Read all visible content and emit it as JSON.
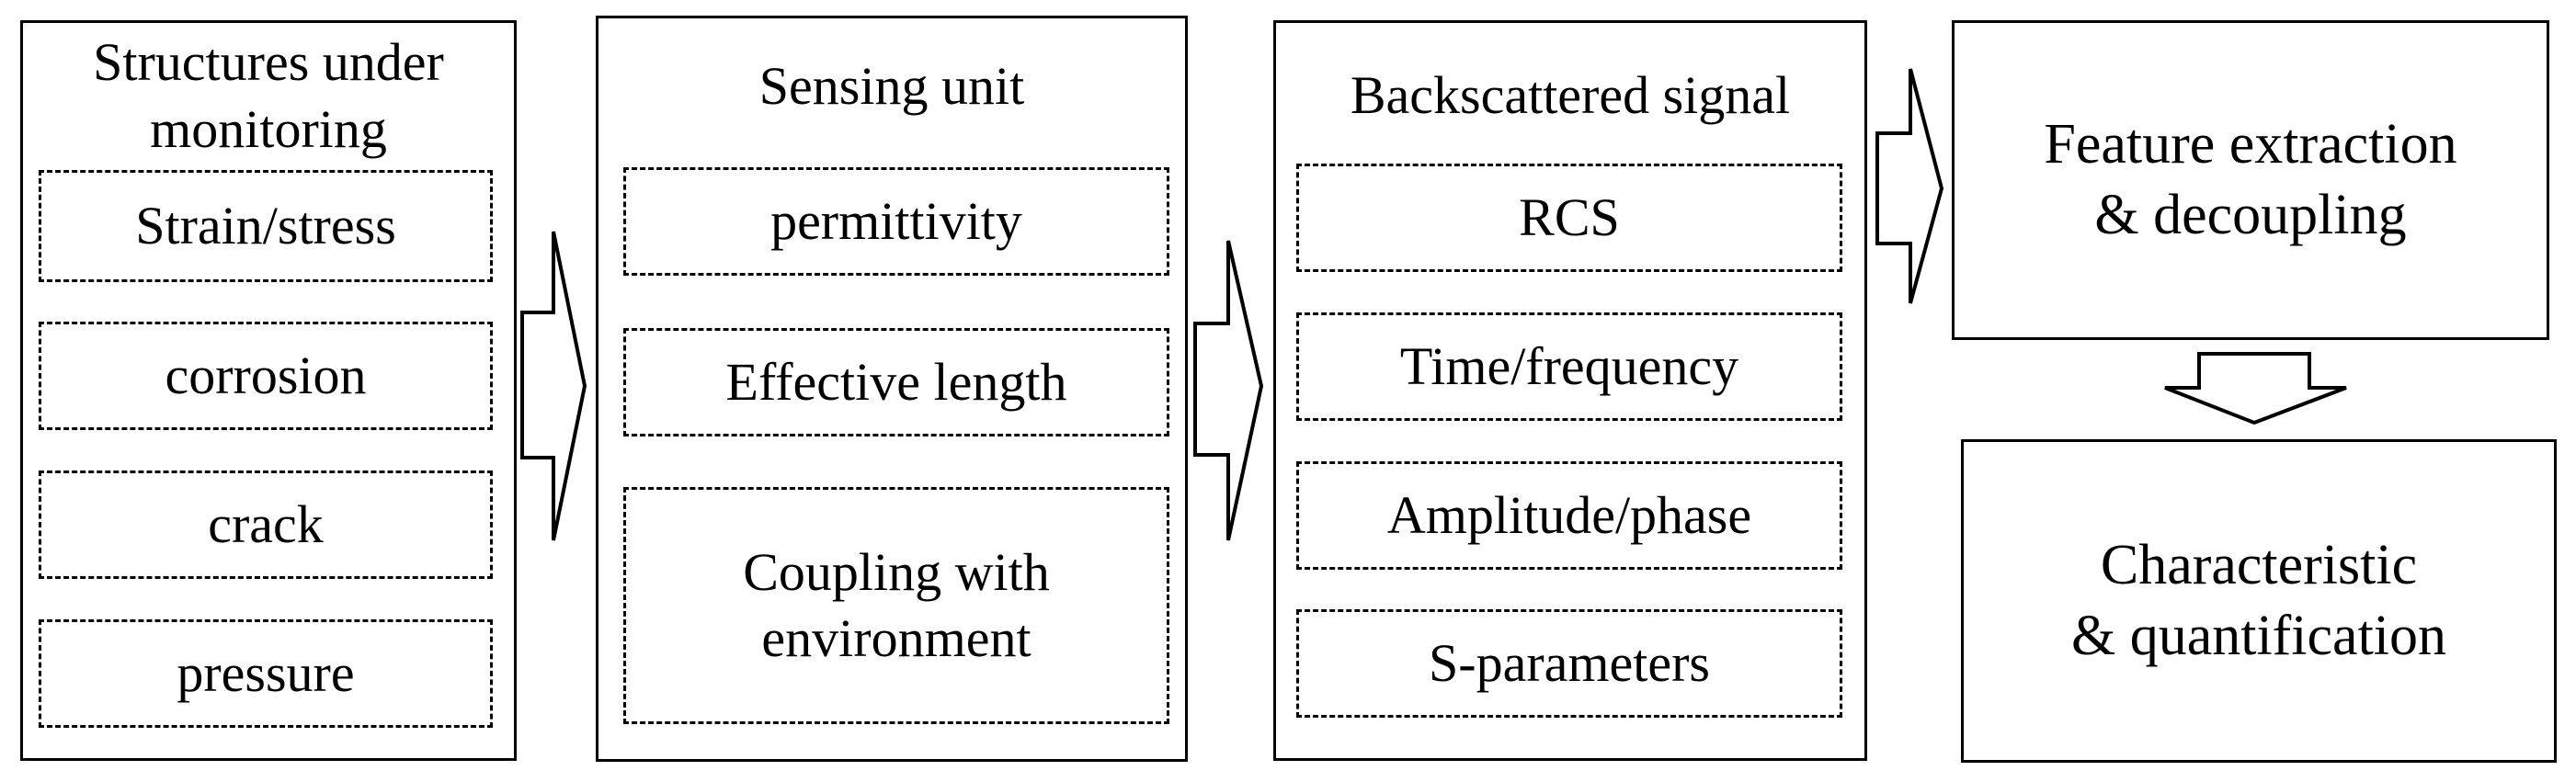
{
  "col1": {
    "title_line1": "Structures under",
    "title_line2": "monitoring",
    "items": [
      "Strain/stress",
      "corrosion",
      "crack",
      "pressure"
    ]
  },
  "col2": {
    "title": "Sensing unit",
    "items": [
      "permittivity",
      "Effective length"
    ],
    "coupling_line1": "Coupling with",
    "coupling_line2": "environment"
  },
  "col3": {
    "title": "Backscattered signal",
    "items": [
      "RCS",
      "Time/frequency",
      "Amplitude/phase",
      "S-parameters"
    ]
  },
  "feature": {
    "line1": "Feature extraction",
    "line2": "& decoupling"
  },
  "characteristic": {
    "line1": "Characteristic",
    "line2": "& quantification"
  }
}
